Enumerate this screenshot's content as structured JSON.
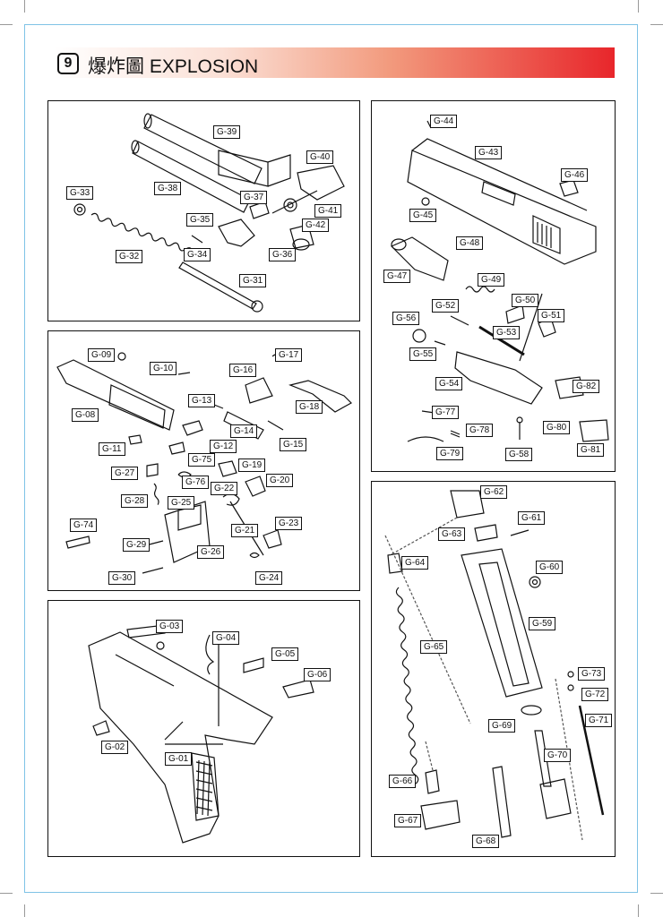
{
  "header": {
    "number": "9",
    "title": "爆炸圖 EXPLOSION"
  },
  "labels": {
    "p1": [
      "G-39",
      "G-40",
      "G-38",
      "G-37",
      "G-33",
      "G-41",
      "G-42",
      "G-35",
      "G-36",
      "G-34",
      "G-32",
      "G-31"
    ],
    "p2": [
      "G-44",
      "G-43",
      "G-46",
      "G-45",
      "G-48",
      "G-47",
      "G-49",
      "G-50",
      "G-52",
      "G-51",
      "G-56",
      "G-53",
      "G-55",
      "G-54",
      "G-82",
      "G-77",
      "G-78",
      "G-80",
      "G-79",
      "G-58",
      "G-81"
    ],
    "p3": [
      "G-09",
      "G-17",
      "G-10",
      "G-16",
      "G-13",
      "G-08",
      "G-18",
      "G-14",
      "G-15",
      "G-11",
      "G-12",
      "G-75",
      "G-19",
      "G-27",
      "G-76",
      "G-22",
      "G-20",
      "G-28",
      "G-25",
      "G-74",
      "G-21",
      "G-23",
      "G-29",
      "G-26",
      "G-30",
      "G-24"
    ],
    "p4": [
      "G-62",
      "G-61",
      "G-63",
      "G-64",
      "G-60",
      "G-59",
      "G-65",
      "G-73",
      "G-72",
      "G-69",
      "G-71",
      "G-70",
      "G-66",
      "G-67",
      "G-68"
    ],
    "p5": [
      "G-03",
      "G-04",
      "G-05",
      "G-06",
      "G-02",
      "G-01"
    ]
  }
}
